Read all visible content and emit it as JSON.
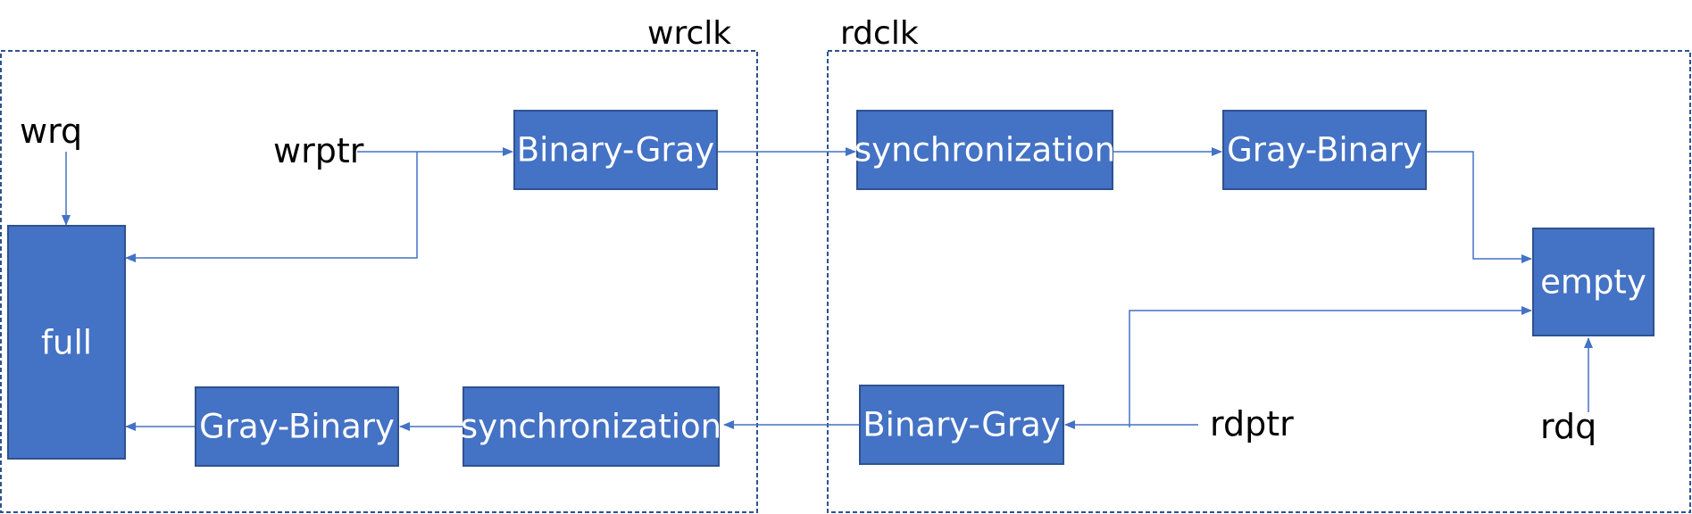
{
  "colors": {
    "block_fill": "#4472C4",
    "block_stroke": "#2F528F",
    "wire": "#4472C4",
    "domain_border": "#2F528F"
  },
  "domains": {
    "write": {
      "clock_label": "wrclk"
    },
    "read": {
      "clock_label": "rdclk"
    }
  },
  "signals": {
    "wrq": "wrq",
    "wrptr": "wrptr",
    "rdptr": "rdptr",
    "rdq": "rdq"
  },
  "blocks": {
    "full": "full",
    "write_binary_gray": "Binary-Gray",
    "write_synchronization": "synchronization",
    "write_gray_binary": "Gray-Binary",
    "read_synchronization": "synchronization",
    "read_gray_binary": "Gray-Binary",
    "empty": "empty",
    "read_binary_gray": "Binary-Gray"
  }
}
